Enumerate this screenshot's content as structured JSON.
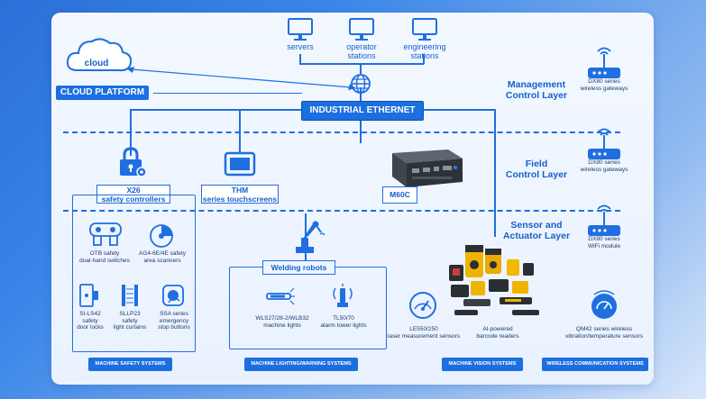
{
  "top": {
    "servers": "servers",
    "operator_stations": [
      "operator",
      "stations"
    ],
    "engineering_stations": [
      "engineering",
      "stations"
    ],
    "cloud_label": "cloud",
    "cloud_platform": "CLOUD PLATFORM",
    "industrial_ethernet": "INDUSTRIAL ETHERNET"
  },
  "layers": {
    "management": [
      "Management",
      "Control Layer"
    ],
    "field": [
      "Field",
      "Control Layer"
    ],
    "sensor": [
      "Sensor and",
      "Actuator Layer"
    ]
  },
  "gateways": {
    "g1": [
      "DX80 series",
      "wireless gateways"
    ],
    "g2": [
      "DX80 series",
      "wireless gateways"
    ],
    "g3": [
      "DX80 series",
      "WiFi module"
    ]
  },
  "field": {
    "x26": [
      "X26",
      "safety controllers"
    ],
    "thm": [
      "THM",
      "series touchscreens"
    ],
    "m60c": "M60C"
  },
  "safety": {
    "otb": [
      "OTB safety",
      "dual-hand switches"
    ],
    "ag4": [
      "AG4-6E/4E safety",
      "area scanners"
    ],
    "sils42": [
      "SI-LS42",
      "safety",
      "door locks"
    ],
    "sllp23": [
      "SLLP23",
      "safety",
      "light curtains"
    ],
    "ssa": [
      "SSA series",
      "emergency",
      "stop buttons"
    ]
  },
  "lighting": {
    "welding": "Welding robots",
    "wls27": [
      "WLS27/28-2/WLB32",
      "machine lights"
    ],
    "tl50": [
      "TL50/70",
      "alarm tower lights"
    ]
  },
  "vision": {
    "le550": [
      "LE550/250",
      "laser measurement sensors"
    ],
    "ai": [
      "AI-powered",
      "barcode readers"
    ]
  },
  "wireless": {
    "qm42": [
      "QM42 series wireless",
      "vibration/temperature sensors"
    ]
  },
  "footers": {
    "safety": "MACHINE SAFETY SYSTEMS",
    "lighting": "MACHINE LIGHTING/WARNING SYSTEMS",
    "vision": "MACHINE VISION SYSTEMS",
    "wireless": "WIRELESS COMMUNICATION SYSTEMS"
  },
  "colors": {
    "accent": "#1b6fe0",
    "text_blue": "#1560c9",
    "panel": "#eef5ff"
  }
}
